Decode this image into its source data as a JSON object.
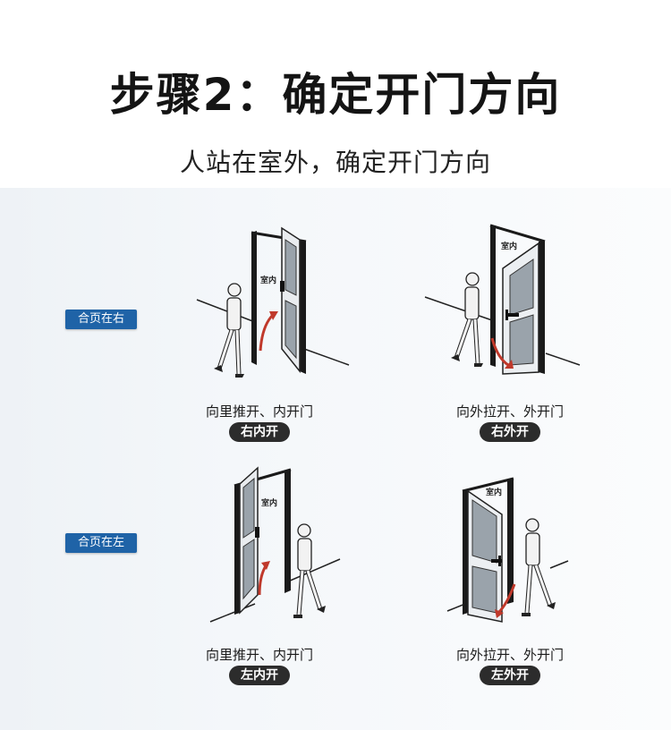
{
  "title": "步骤2：确定开门方向",
  "subtitle": "人站在室外，确定开门方向",
  "rows": [
    {
      "label": "合页在右"
    },
    {
      "label": "合页在左"
    }
  ],
  "doors": [
    {
      "room": "室内",
      "caption": "向里推开、内开门",
      "type": "右内开"
    },
    {
      "room": "室内",
      "caption": "向外拉开、外开门",
      "type": "右外开"
    },
    {
      "room": "室内",
      "caption": "向里推开、内开门",
      "type": "左内开"
    },
    {
      "room": "室内",
      "caption": "向外拉开、外开门",
      "type": "左外开"
    }
  ],
  "colors": {
    "label_bg": "#1f63a7",
    "pill_bg": "#2c2c2c",
    "arrow": "#c0392b"
  }
}
